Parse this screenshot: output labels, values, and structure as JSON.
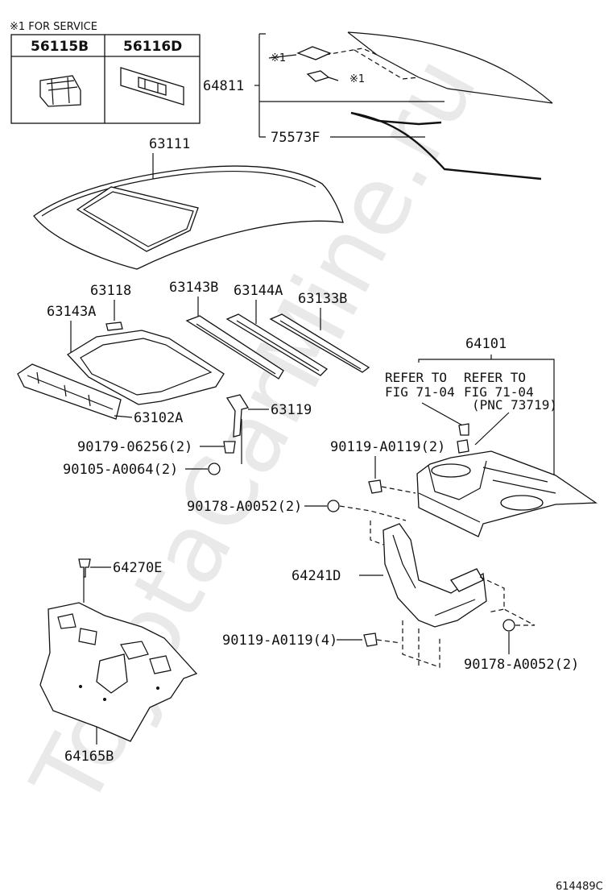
{
  "watermark": "ToyotaCarMine.ru",
  "service_note": "※1 FOR SERVICE",
  "service_parts": [
    "56115B",
    "56116D"
  ],
  "mark": "※1",
  "labels": {
    "p64811": "64811",
    "p75573f": "75573F",
    "p63111": "63111",
    "p63118": "63118",
    "p63143b": "63143B",
    "p63144a": "63144A",
    "p63133b": "63133B",
    "p63143a": "63143A",
    "p63102a": "63102A",
    "p63119": "63119",
    "p64101": "64101",
    "b90179": "90179-06256(2)",
    "b90105": "90105-A0064(2)",
    "b90119a": "90119-A0119(2)",
    "b90178a": "90178-A0052(2)",
    "p64270e": "64270E",
    "p64241d": "64241D",
    "b90119b": "90119-A0119(4)",
    "b90178b": "90178-A0052(2)",
    "p64165b": "64165B"
  },
  "refer1": {
    "line1": "REFER TO",
    "line2": "FIG 71-04"
  },
  "refer2": {
    "line1": "REFER TO",
    "line2": "FIG 71-04",
    "line3": "(PNC 73719)"
  },
  "diagram_id": "614489C"
}
